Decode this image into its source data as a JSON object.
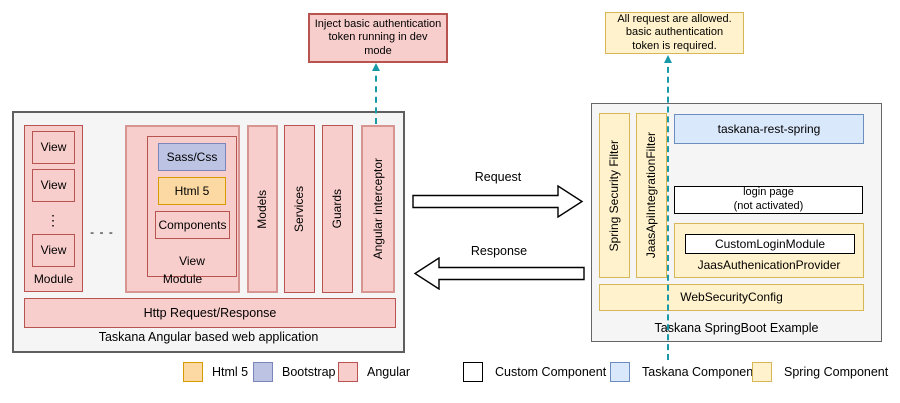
{
  "annotations": {
    "left": "Inject basic authentication\ntoken running in dev\nmode",
    "right": "All request are allowed.\nbasic authentication\ntoken is required."
  },
  "left_panel": {
    "title": "Taskana Angular based web application",
    "module1": {
      "label": "Module",
      "views": [
        "View",
        "View",
        "View"
      ],
      "ellipsis": "⋮"
    },
    "modules_gap_dots": "- - -",
    "module2": {
      "label": "Module",
      "view": {
        "label": "View",
        "sass_css": "Sass/Css",
        "html5": "Html 5",
        "components": "Components"
      }
    },
    "bars": [
      "Models",
      "Services",
      "Guards",
      "Angular interceptor"
    ],
    "http_bar": "Http Request/Response"
  },
  "flows": {
    "request": "Request",
    "response": "Response"
  },
  "right_panel": {
    "title": "Taskana SpringBoot Example",
    "spring_security_filter": "Spring Security Filter",
    "jaas_api_integration_filter": "JaasApiIntegrationFilter",
    "taskana_rest_spring": "taskana-rest-spring",
    "login_page": "login page\n(not activated)",
    "jaas_authenication_provider": "JaasAuthenicationProvider",
    "custom_login_module": "CustomLoginModule",
    "web_security_config": "WebSecurityConfig"
  },
  "legend": {
    "items": [
      {
        "label": "Html 5",
        "fill": "#fcd9a2",
        "border": "#d79b00",
        "style": "background:#fcd9a2;border:1px solid #d79b00"
      },
      {
        "label": "Bootstrap",
        "fill": "#bdc3e3",
        "border": "#7b85bb",
        "style": "background:#bdc3e3;border:1px solid #7b85bb"
      },
      {
        "label": "Angular",
        "fill": "#f8cecc",
        "border": "#b85450",
        "style": "background:#f8cecc;border:1px solid #b85450"
      },
      {
        "label": "Custom Component",
        "fill": "#ffffff",
        "border": "#000000",
        "style": "background:#ffffff;border:1px solid #000000"
      },
      {
        "label": "Taskana Component",
        "fill": "#dae8fc",
        "border": "#6c8ebf",
        "style": "background:#dae8fc;border:1px solid #6c8ebf"
      },
      {
        "label": "Spring Component",
        "fill": "#fff2cc",
        "border": "#d6b656",
        "style": "background:#fff2cc;border:1px solid #d6b656"
      }
    ]
  },
  "colors": {
    "angular_fill": "#f8cecc",
    "angular_border": "#b85450",
    "spring_fill": "#fff2cc",
    "spring_border": "#d6b656",
    "taskana_fill": "#dae8fc",
    "taskana_border": "#6c8ebf",
    "html5_fill": "#fcd9a2",
    "html5_border": "#d79b00",
    "bootstrap_fill": "#bdc3e3",
    "bootstrap_border": "#7b85bb",
    "panel_fill": "#f5f5f5",
    "panel_border": "#5f5f5f",
    "dashed_arrow": "#1899a8"
  }
}
